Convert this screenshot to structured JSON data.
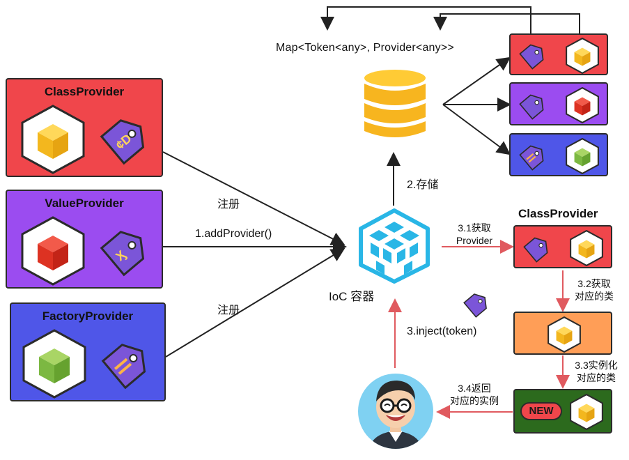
{
  "colors": {
    "red": "#f0464b",
    "purple": "#9b4cf0",
    "blue": "#4f56e8",
    "orange": "#ff9e57",
    "green": "#2c6a1d",
    "gold": "#f8c12e",
    "ioc": "#29b6e6",
    "arrow_red": "#e05a5f"
  },
  "providers": {
    "class": {
      "title": "ClassProvider"
    },
    "value": {
      "title": "ValueProvider"
    },
    "factory": {
      "title": "FactoryProvider"
    }
  },
  "edges": {
    "register_top": "注册",
    "add_provider": "1.addProvider()",
    "register_bottom": "注册",
    "store": "2.存储",
    "get_provider_line1": "3.1获取",
    "get_provider_line2": "Provider",
    "get_class_line1": "3.2获取",
    "get_class_line2": "对应的类",
    "instantiate_line1": "3.3实例化",
    "instantiate_line2": "对应的类",
    "return_line1": "3.4返回",
    "return_line2": "对应的实例",
    "inject": "3.inject(token)"
  },
  "storage": {
    "map_type": "Map<Token<any>, Provider<any>>"
  },
  "ioc": {
    "label": "IoC 容器"
  },
  "resolve": {
    "provider_title": "ClassProvider",
    "new_badge": "NEW"
  }
}
